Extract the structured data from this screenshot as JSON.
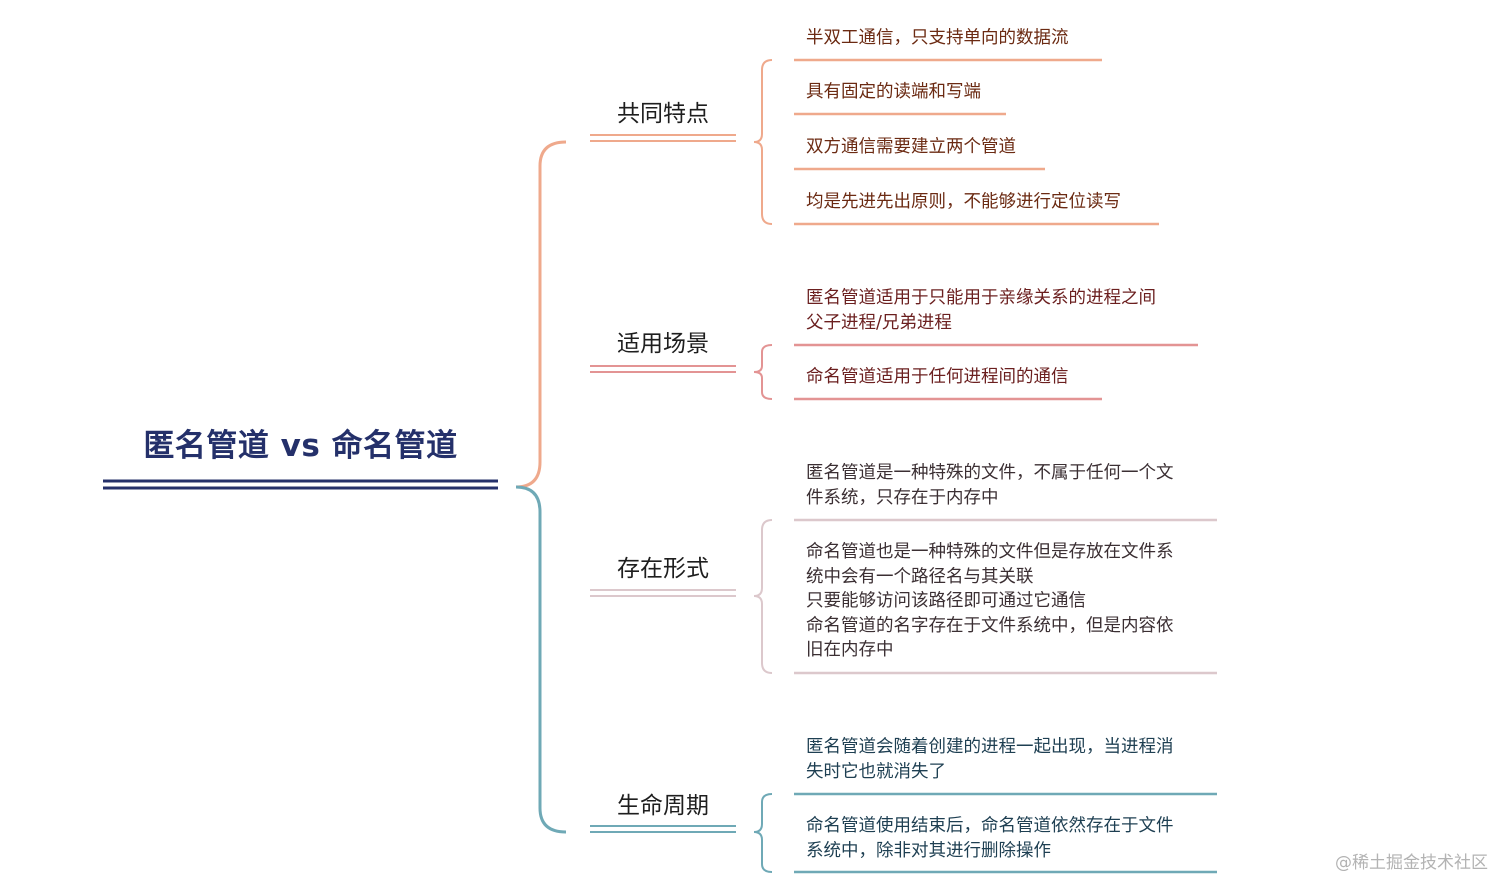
{
  "root": {
    "title": "匿名管道 vs 命名管道"
  },
  "branches": [
    {
      "title": "共同特点",
      "leaves": [
        "半双工通信，只支持单向的数据流",
        "具有固定的读端和写端",
        "双方通信需要建立两个管道",
        "均是先进先出原则，不能够进行定位读写"
      ]
    },
    {
      "title": "适用场景",
      "leaves": [
        "匿名管道适用于只能用于亲缘关系的进程之间",
        "父子进程/兄弟进程",
        "命名管道适用于任何进程间的通信"
      ]
    },
    {
      "title": "存在形式",
      "leaves": [
        "匿名管道是一种特殊的文件，不属于任何一个文",
        "件系统，只存在于内存中",
        "命名管道也是一种特殊的文件但是存放在文件系",
        "统中会有一个路径名与其关联",
        "只要能够访问该路径即可通过它通信",
        "命名管道的名字存在于文件系统中，但是内容依",
        "旧在内存中"
      ]
    },
    {
      "title": "生命周期",
      "leaves": [
        "匿名管道会随着创建的进程一起出现，当进程消",
        "失时它也就消失了",
        "命名管道使用结束后，命名管道依然存在于文件",
        "系统中，除非对其进行删除操作"
      ]
    }
  ],
  "watermark": "@稀土掘金技术社区",
  "colors": {
    "root": "#24306a",
    "branch_orange": "#efa98c",
    "branch_red": "#e39494",
    "branch_pink": "#dcc8cc",
    "branch_teal": "#6fa9b6"
  }
}
